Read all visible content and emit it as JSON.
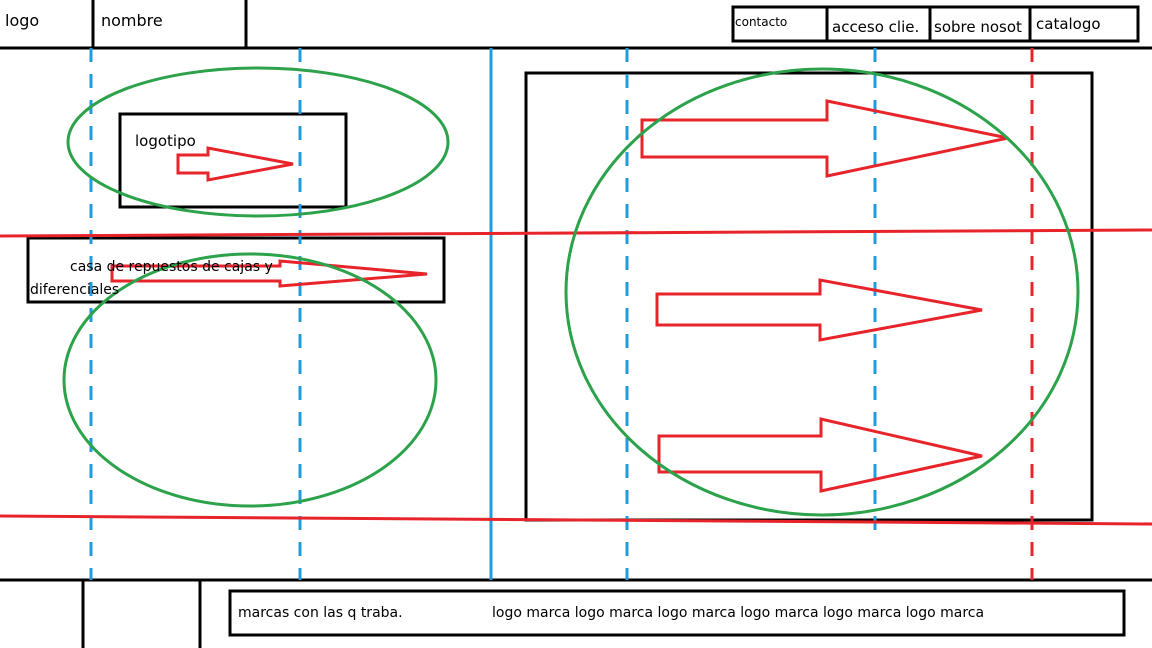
{
  "header": {
    "logo": "logo",
    "name": "nombre",
    "nav": {
      "contact": "contacto",
      "client_access": "acceso clie.",
      "about": "sobre nosot",
      "catalog": "catalogo"
    }
  },
  "left": {
    "logotype_label": "logotipo",
    "description_line1": "casa de repuestos de cajas y",
    "description_line2": "diferenciales"
  },
  "footer": {
    "brands_label": "marcas con las q traba.",
    "brand_logos": "logo marca logo marca logo marca logo marca logo marca logo marca"
  },
  "colors": {
    "ink": "#000000",
    "arrow": "#e8242b",
    "highlight": "#2ca24a",
    "guide": "#1f9ce0"
  }
}
